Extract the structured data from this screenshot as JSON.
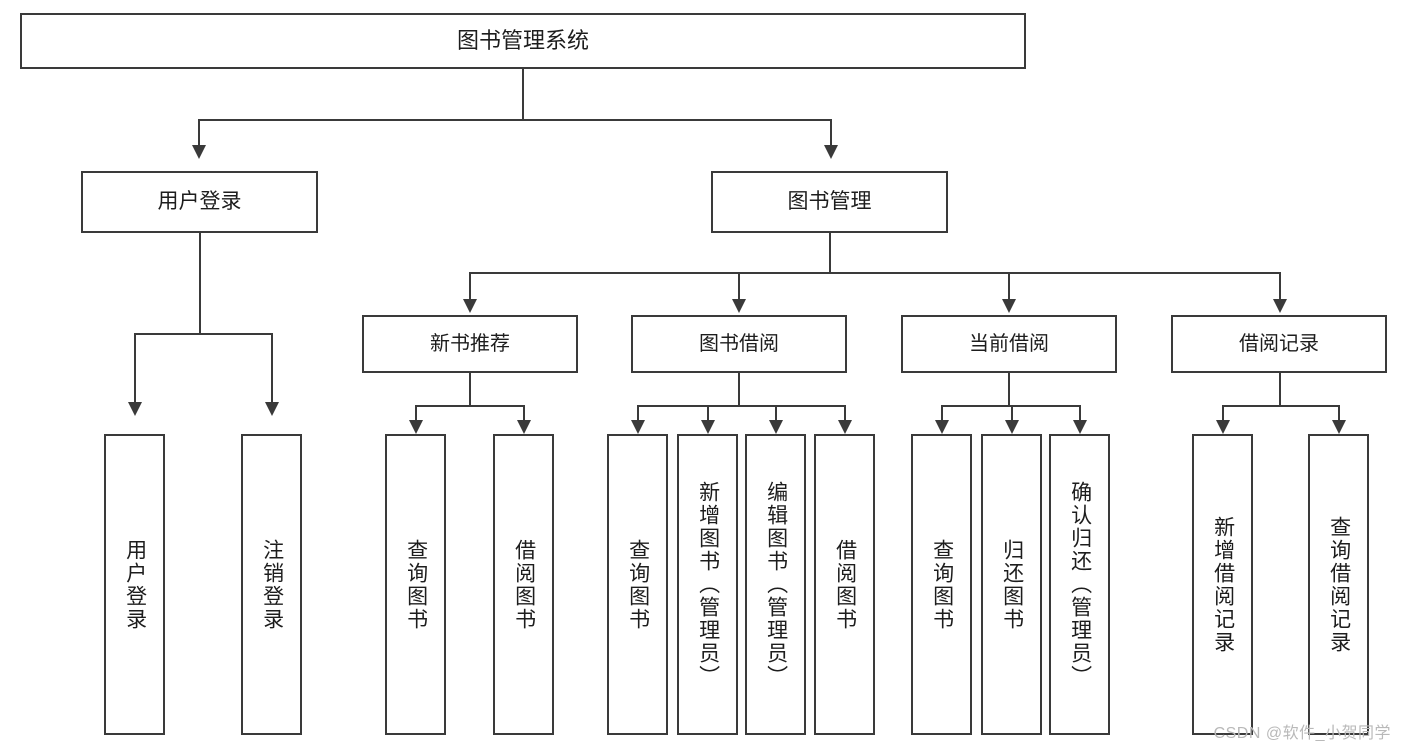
{
  "diagram": {
    "type": "tree-hierarchy",
    "title": "图书管理系统",
    "watermark": "CSDN @软件_小贺同学",
    "colors": {
      "stroke": "#3a3a3a",
      "fill": "#ffffff",
      "text": "#1d1d1d",
      "watermark": "#b9b9b9"
    },
    "nodes": {
      "root": {
        "label": "图书管理系统"
      },
      "level2": [
        {
          "id": "user-login",
          "label": "用户登录"
        },
        {
          "id": "book-management",
          "label": "图书管理"
        }
      ],
      "level3": [
        {
          "id": "new-book-recommend",
          "label": "新书推荐"
        },
        {
          "id": "book-borrow",
          "label": "图书借阅"
        },
        {
          "id": "current-borrow",
          "label": "当前借阅"
        },
        {
          "id": "borrow-record",
          "label": "借阅记录"
        }
      ],
      "leaves": {
        "user_login": [
          {
            "id": "leaf-user-login",
            "label": "用户登录"
          },
          {
            "id": "leaf-user-logout",
            "label": "注销登录"
          }
        ],
        "new_book_recommend": [
          {
            "id": "leaf-query-book-1",
            "label": "查询图书"
          },
          {
            "id": "leaf-borrow-book-1",
            "label": "借阅图书"
          }
        ],
        "book_borrow": [
          {
            "id": "leaf-query-book-2",
            "label": "查询图书"
          },
          {
            "id": "leaf-add-book",
            "label": "新增图书（管理员）"
          },
          {
            "id": "leaf-edit-book",
            "label": "编辑图书（管理员）"
          },
          {
            "id": "leaf-borrow-book-2",
            "label": "借阅图书"
          }
        ],
        "current_borrow": [
          {
            "id": "leaf-query-book-3",
            "label": "查询图书"
          },
          {
            "id": "leaf-return-book",
            "label": "归还图书"
          },
          {
            "id": "leaf-confirm-return",
            "label": "确认归还（管理员）"
          }
        ],
        "borrow_record": [
          {
            "id": "leaf-add-record",
            "label": "新增借阅记录"
          },
          {
            "id": "leaf-query-record",
            "label": "查询借阅记录"
          }
        ]
      }
    }
  }
}
